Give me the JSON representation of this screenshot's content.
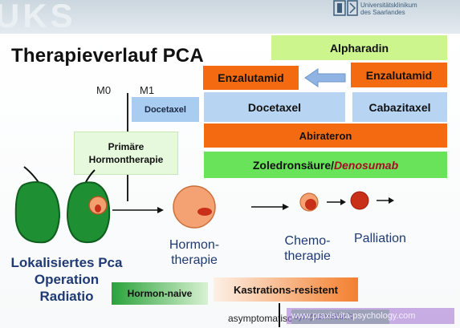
{
  "header": {
    "watermark": "UKS",
    "logo_line1": "Universitätsklinikum",
    "logo_line2": "des Saarlandes"
  },
  "title": "Therapieverlauf PCA",
  "timeline": {
    "m0": "M0",
    "m1": "M1"
  },
  "therapies": {
    "alpharadin": "Alpharadin",
    "enzalutamid_left": "Enzalutamid",
    "enzalutamid_right": "Enzalutamid",
    "docetaxel_small": "Docetaxel",
    "docetaxel_main": "Docetaxel",
    "cabazitaxel": "Cabazitaxel",
    "abirateron": "Abirateron",
    "zoledron": "Zoledronsäure/",
    "denosumab": "Denosumab"
  },
  "primaere": {
    "line1": "Primäre",
    "line2": "Hormontherapie"
  },
  "left_label": {
    "line1": "Lokalisiertes Pca",
    "line2": "Operation",
    "line3": "Radiatio"
  },
  "stages": {
    "hormon_line1": "Hormon-",
    "hormon_line2": "therapie",
    "chemo_line1": "Chemo-",
    "chemo_line2": "therapie",
    "palliation": "Palliation"
  },
  "bottom": {
    "hormon_naive": "Hormon-naive",
    "kastration": "Kastrations-resistent",
    "asymptomatisch": "asymptomatisch",
    "symptomatisch": "symptomatisch",
    "watermark_site": "www.praxisvita-psychology.com"
  },
  "colors": {
    "orange": "#f46a10",
    "blue": "#b7d4f3",
    "lime": "#cdf58e",
    "green": "#68e35a",
    "navy_text": "#1f3a74"
  }
}
